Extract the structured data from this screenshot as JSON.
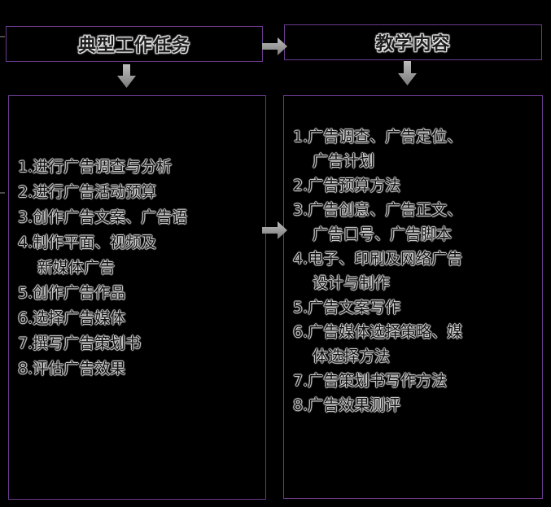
{
  "left": {
    "title": "典型工作任务",
    "items": [
      {
        "num": "1.",
        "lines": [
          "进行广告调查与分析"
        ]
      },
      {
        "num": "2.",
        "lines": [
          "进行广告活动预算"
        ]
      },
      {
        "num": "3.",
        "lines": [
          "创作广告文案、广告语"
        ]
      },
      {
        "num": "4.",
        "lines": [
          "制作平面、视频及",
          "新媒体广告"
        ]
      },
      {
        "num": "5.",
        "lines": [
          "创作广告作品"
        ]
      },
      {
        "num": "6.",
        "lines": [
          "选择广告媒体"
        ]
      },
      {
        "num": "7.",
        "lines": [
          "撰写广告策划书"
        ]
      },
      {
        "num": "8.",
        "lines": [
          "评估广告效果"
        ]
      }
    ]
  },
  "right": {
    "title": "教学内容",
    "items": [
      {
        "num": "1.",
        "lines": [
          "广告调查、广告定位、",
          "广告计划"
        ]
      },
      {
        "num": "2.",
        "lines": [
          "广告预算方法"
        ]
      },
      {
        "num": "3.",
        "lines": [
          "广告创意、广告正文、",
          "广告口号、广告脚本"
        ]
      },
      {
        "num": "4.",
        "lines": [
          "电子、印刷及网络广告",
          "设计与制作"
        ]
      },
      {
        "num": "5.",
        "lines": [
          "广告文案写作"
        ]
      },
      {
        "num": "6.",
        "lines": [
          "广告媒体选择策略、媒",
          "体选择方法"
        ]
      },
      {
        "num": "7.",
        "lines": [
          "广告策划书写作方法"
        ]
      },
      {
        "num": "8.",
        "lines": [
          "广告效果测评"
        ]
      }
    ]
  },
  "colors": {
    "background": "#000000",
    "border": "#6a3b8c",
    "arrow": "#9a9a9a"
  }
}
